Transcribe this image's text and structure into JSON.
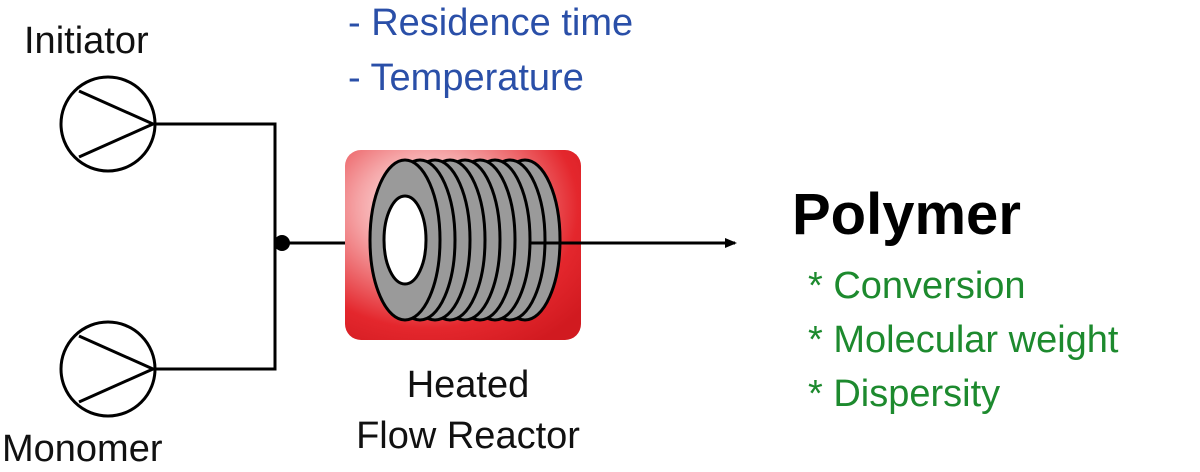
{
  "pumps": {
    "top_label": "Initiator",
    "bottom_label": "Monomer"
  },
  "parameters": [
    "- Residence time",
    "- Temperature"
  ],
  "reactor": {
    "line1": "Heated",
    "line2": "Flow Reactor"
  },
  "product": {
    "title": "Polymer",
    "properties": [
      "* Conversion",
      "* Molecular weight",
      "* Dispersity"
    ]
  },
  "colors": {
    "parameters": "#2a4fa8",
    "properties": "#1d8a2e",
    "reactor_box": "#e0262c",
    "coil": "#9a9a9a"
  }
}
